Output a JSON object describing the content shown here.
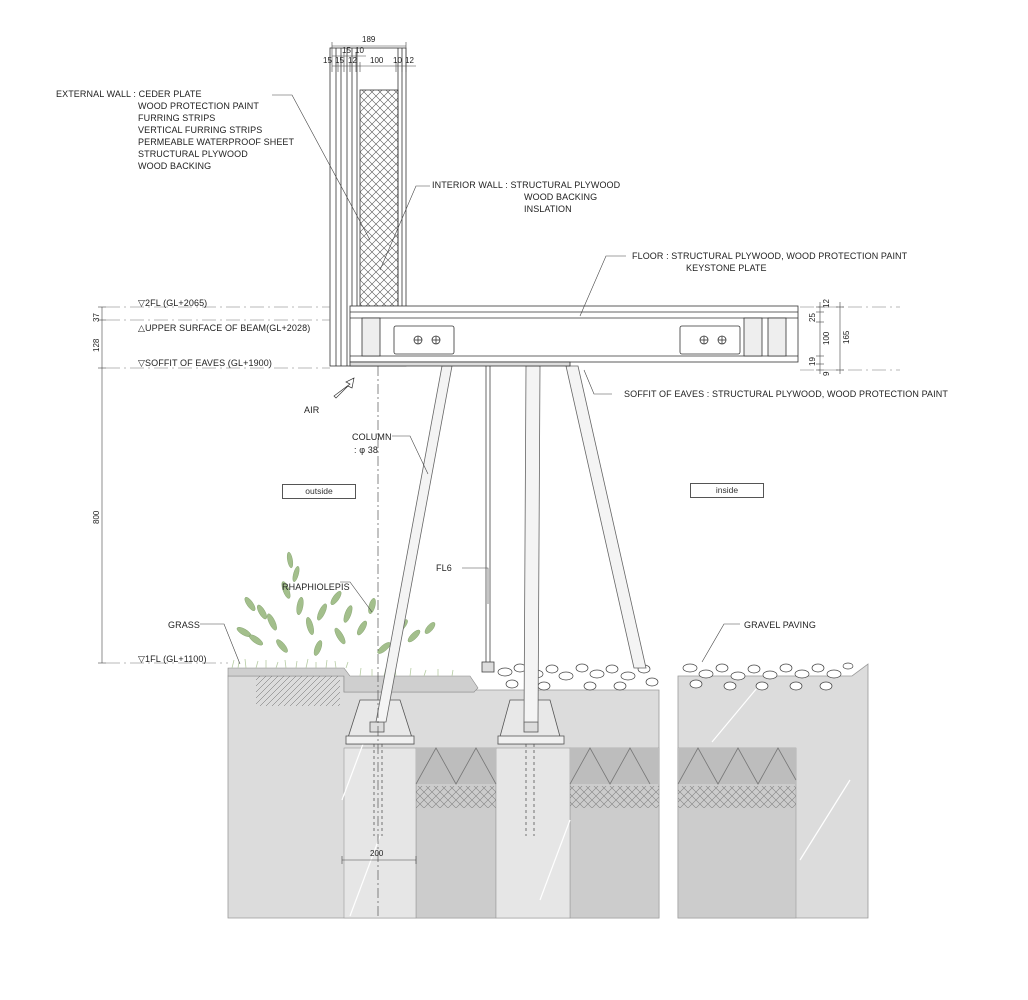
{
  "external_wall": {
    "label": "EXTERNAL WALL : CEDER PLATE",
    "layers": [
      "WOOD PROTECTION PAINT",
      "FURRING STRIPS",
      "VERTICAL FURRING STRIPS",
      "PERMEABLE WATERPROOF SHEET",
      "STRUCTURAL PLYWOOD",
      "WOOD BACKING"
    ]
  },
  "interior_wall": {
    "label": "INTERIOR WALL : STRUCTURAL PLYWOOD",
    "layers": [
      "WOOD BACKING",
      "INSLATION"
    ]
  },
  "floor": {
    "label": "FLOOR : STRUCTURAL PLYWOOD, WOOD PROTECTION PAINT",
    "layer": "KEYSTONE PLATE"
  },
  "soffit": {
    "label": "SOFFIT OF EAVES : STRUCTURAL PLYWOOD, WOOD PROTECTION PAINT"
  },
  "levels": {
    "fl2": "▽2FL (GL+2065)",
    "beam": "△UPPER SURFACE OF BEAM(GL+2028)",
    "soffit": "▽SOFFIT OF EAVES (GL+1900)",
    "fl1": "▽1FL (GL+1100)"
  },
  "labels": {
    "air": "AIR",
    "column": "COLUMN",
    "column_size": ": φ 38",
    "outside": "outside",
    "inside": "inside",
    "fl6": "FL6",
    "rhaphiolepis": "RHAPHIOLEPIS",
    "grass": "GRASS",
    "gravel": "GRAVEL PAVING"
  },
  "dims": {
    "top_total": "189",
    "top_sub1": "15",
    "top_sub2": "10",
    "top_row": [
      "15",
      "15",
      "12",
      "100",
      "10",
      "12"
    ],
    "left": [
      "37",
      "128",
      "800"
    ],
    "right": [
      "12",
      "25",
      "100",
      "165",
      "19",
      "9"
    ],
    "footing": "200"
  },
  "colors": {
    "line": "#3a3a3a",
    "concrete": "#d9d9d9",
    "concrete_dark": "#c8c8c8",
    "leaf": "#8fae78",
    "grass": "#b9cfa5"
  }
}
